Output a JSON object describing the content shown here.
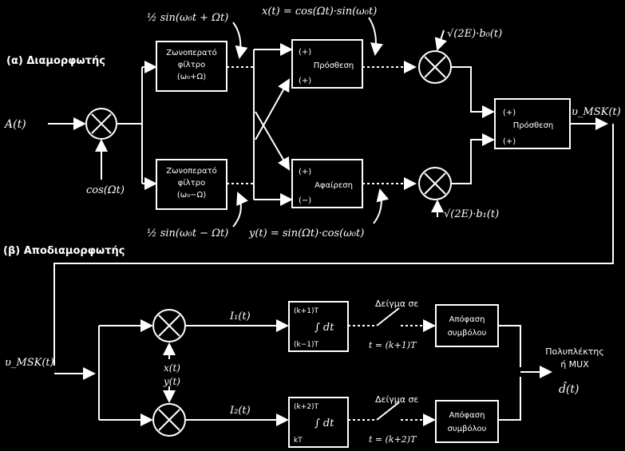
{
  "section_modulator": "(α) Διαμορφωτής",
  "section_demodulator": "(β) Αποδιαμορφωτής",
  "input_signal": "A(t)",
  "carrier_cos": "cos(Ωt)",
  "phase_top": "½ sin(ω₀t + Ωt)",
  "phase_bottom": "½ sin(ω₀t − Ωt)",
  "filter_top": [
    "Ζωνοπερατό",
    "φίλτρο",
    "(ω₀+Ω)"
  ],
  "filter_bottom": [
    "Ζωνοπερατό",
    "φίλτρο",
    "(ω₀−Ω)"
  ],
  "x_expr": "x(t) = cos(Ωt)·sin(ω₀t)",
  "y_expr": "y(t) = sin(Ωt)·cos(ω₀t)",
  "adder_top": {
    "in1": "(+)",
    "label": "Πρόσθεση",
    "in2": "(+)"
  },
  "adder_bottom": {
    "in1": "(+)",
    "label": "Αφαίρεση",
    "in2": "(−)"
  },
  "b0_top": "√(2E)·b₀(t)",
  "b1_bottom": "√(2E)·b₁(t)",
  "final_adder": {
    "in1": "(+)",
    "label": "Πρόσθεση",
    "in2": "(+)"
  },
  "output": "υ_MSK(t)",
  "demod_input": "υ_MSK(t)",
  "demod_top_signal": "I₁(t)",
  "demod_bottom_signal": "I₂(t)",
  "x_ref": "x(t)",
  "y_ref": "y(t)",
  "int_top": {
    "upper": "(k+1)T",
    "sym": "∫ dt",
    "lower": "(k−1)T"
  },
  "int_bottom": {
    "upper": "(k+2)T",
    "sym": "∫ dt",
    "lower": "kT"
  },
  "sampler_top": "Δείγμα σε",
  "sample_time_top": "t = (k+1)T",
  "sampler_bottom": "Δείγμα σε",
  "sample_time_bottom": "t = (k+2)T",
  "decision_top": [
    "Απόφαση",
    "συμβόλου"
  ],
  "decision_bottom": [
    "Απόφαση",
    "συμβόλου"
  ],
  "multiplexer": [
    "Πολυπλέκτης",
    "ή MUX"
  ],
  "demod_output": "d̂(t)"
}
